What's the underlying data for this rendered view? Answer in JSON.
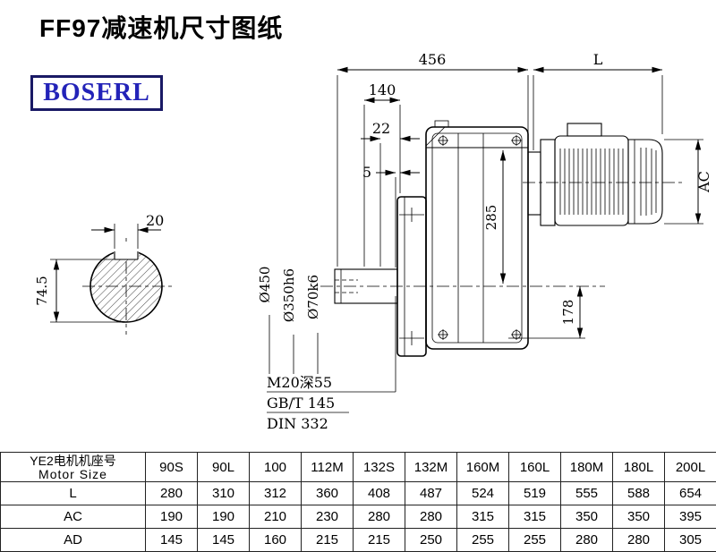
{
  "page": {
    "title": "FF97减速机尺寸图纸",
    "logo_text": "BOSERL"
  },
  "drawing": {
    "dimensions": {
      "overall_length": "456",
      "motor_length": "L",
      "shaft_flange_length": "140",
      "shoulder": "22",
      "gap": "5",
      "motor_height": "AC",
      "center_height": "285",
      "base_height": "178",
      "flange_diameter": "Ø450",
      "spigot_diameter": "Ø350h6",
      "shaft_diameter": "Ø70k6",
      "key_width": "20",
      "key_height": "74.5"
    },
    "notes": {
      "thread": "M20深55",
      "standard_gb": "GB/T 145",
      "standard_din": "DIN 332"
    }
  },
  "table": {
    "row_header_line1": "YE2电机机座号",
    "row_header_line2": "Motor Size",
    "columns": [
      "90S",
      "90L",
      "100",
      "112M",
      "132S",
      "132M",
      "160M",
      "160L",
      "180M",
      "180L",
      "200L"
    ],
    "rows": [
      {
        "label": "L",
        "values": [
          280,
          310,
          312,
          360,
          408,
          487,
          524,
          519,
          555,
          588,
          654
        ]
      },
      {
        "label": "AC",
        "values": [
          190,
          190,
          210,
          230,
          280,
          280,
          315,
          315,
          350,
          350,
          395
        ]
      },
      {
        "label": "AD",
        "values": [
          145,
          145,
          160,
          215,
          215,
          250,
          255,
          255,
          280,
          280,
          305
        ]
      }
    ]
  }
}
